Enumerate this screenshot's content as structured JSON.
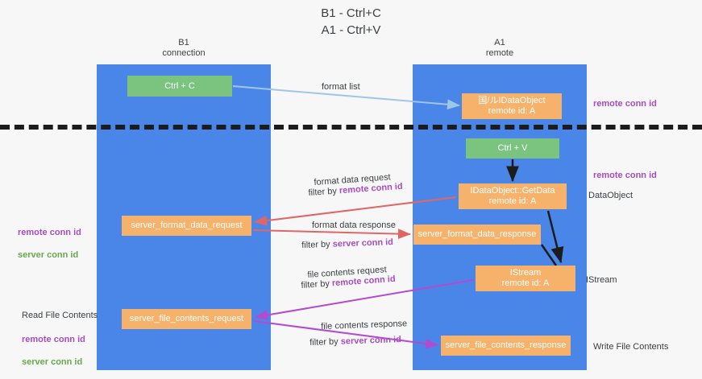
{
  "title": "B1 - Ctrl+C\nA1 - Ctrl+V",
  "lanes": [
    {
      "id": "b1",
      "header": "B1\nconnection",
      "color": "#4a86e8"
    },
    {
      "id": "a1",
      "header": "A1\nremote",
      "color": "#4a86e8"
    }
  ],
  "nodes": {
    "ctrl_c": {
      "label": "Ctrl + C",
      "color": "#7ac47f",
      "lane": "b1"
    },
    "idataobject": {
      "line1": "国/ルIDataObject",
      "line2": "remote id: A",
      "color": "#f6b26b",
      "lane": "a1"
    },
    "ctrl_v": {
      "label": "Ctrl + V",
      "color": "#7ac47f",
      "lane": "a1"
    },
    "getdata": {
      "line1": "IDataObject::GetData",
      "line2": "remote id: A",
      "color": "#f6b26b",
      "lane": "a1"
    },
    "server_format_data_request": {
      "label": "server_format_data_request",
      "color": "#f6b26b",
      "lane": "b1"
    },
    "server_format_data_response": {
      "label": "server_format_data_response",
      "color": "#f6b26b",
      "lane": "a1"
    },
    "istream": {
      "line1": "IStream",
      "line2": "remote id: A",
      "color": "#f6b26b",
      "lane": "a1"
    },
    "server_file_contents_request": {
      "label": "server_file_contents_request",
      "color": "#f6b26b",
      "lane": "b1"
    },
    "server_file_contents_response": {
      "label": "server_file_contents_response",
      "color": "#f6b26b",
      "lane": "a1"
    }
  },
  "edge_labels": {
    "format_list": "format list",
    "format_data_request": "format data request",
    "format_data_request_filter_prefix": "filter by ",
    "format_data_request_filter_key": "remote conn id",
    "format_data_response": "format data response",
    "format_data_response_filter_prefix": "filter by ",
    "format_data_response_filter_key": "server conn id",
    "file_contents_request": "file contents request",
    "file_contents_request_filter_prefix": "filter by ",
    "file_contents_request_filter_key": "remote conn id",
    "file_contents_response": "file contents response",
    "file_contents_response_filter_prefix": "filter by ",
    "file_contents_response_filter_key": "server conn id"
  },
  "annotations": {
    "remote_conn_id_top": "remote conn id",
    "remote_conn_id_mid": "remote conn id",
    "dataobject": "DataObject",
    "istream": "IStream",
    "write_file_contents": "Write File Contents",
    "read_file_contents": "Read File Contents",
    "left_remote_conn_id": "remote conn id",
    "left_server_conn_id": "server conn id",
    "left_remote_conn_id_2": "remote conn id",
    "left_server_conn_id_2": "server conn id"
  },
  "colors": {
    "lane": "#4a86e8",
    "green_node": "#7ac47f",
    "orange_node": "#f6b26b",
    "purple": "#a64dbf",
    "green_text": "#6aa84f",
    "arrow_blue": "#9fc5e8",
    "arrow_red": "#e06666",
    "arrow_black": "#1c1c1c",
    "background": "#f7f7f7"
  }
}
